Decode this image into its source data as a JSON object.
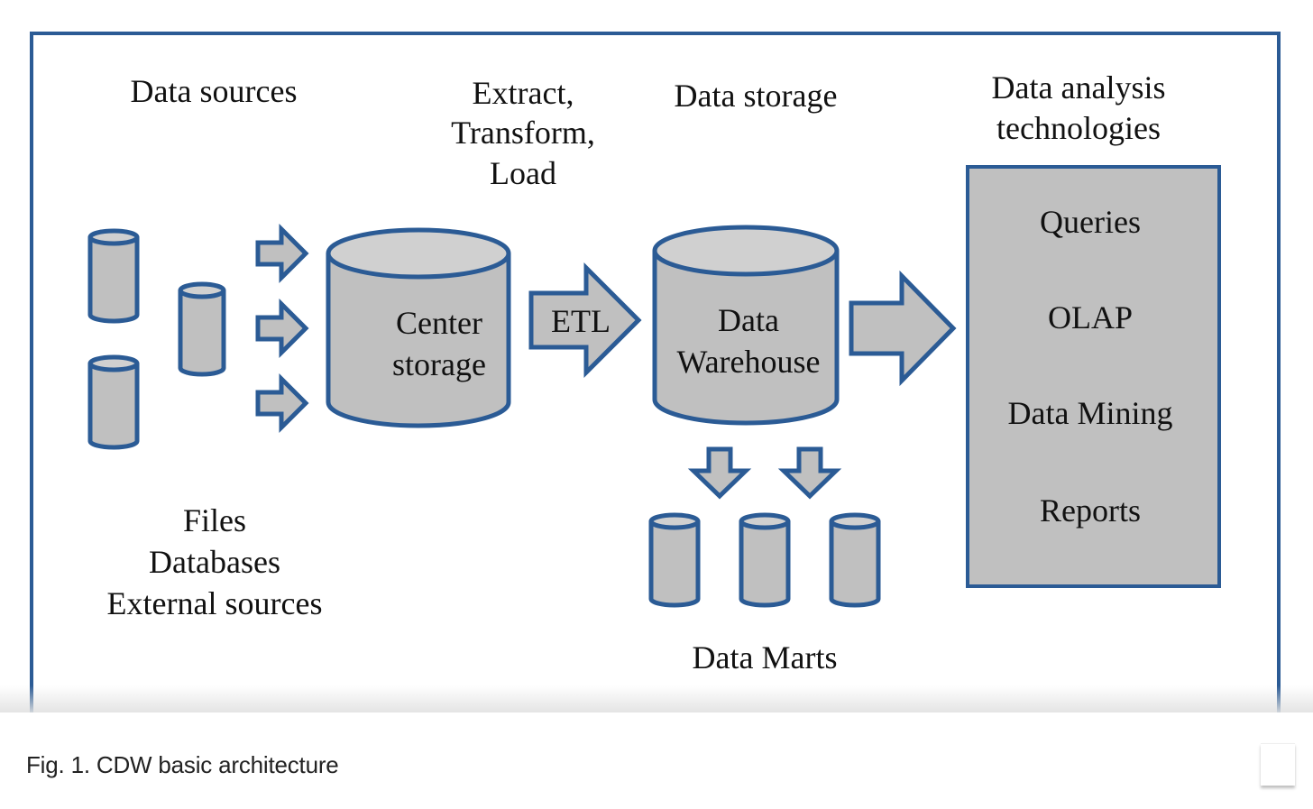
{
  "diagram": {
    "headings": {
      "data_sources": "Data sources",
      "etl_line1": "Extract,",
      "etl_line2": "Transform,",
      "etl_line3": "Load",
      "data_storage": "Data storage",
      "analysis_line1": "Data analysis",
      "analysis_line2": "technologies"
    },
    "center_storage": {
      "line1": "Center",
      "line2": "storage"
    },
    "etl_arrow_label": "ETL",
    "data_warehouse": {
      "line1": "Data",
      "line2": "Warehouse"
    },
    "analysis_items": [
      "Queries",
      "OLAP",
      "Data Mining",
      "Reports"
    ],
    "source_types": [
      "Files",
      "Databases",
      "External sources"
    ],
    "data_marts_label": "Data Marts",
    "colors": {
      "stroke": "#2b5b95",
      "fill": "#c0c0c0",
      "top_fill": "#d0d0d0"
    }
  },
  "caption": "Fig. 1. CDW basic architecture"
}
